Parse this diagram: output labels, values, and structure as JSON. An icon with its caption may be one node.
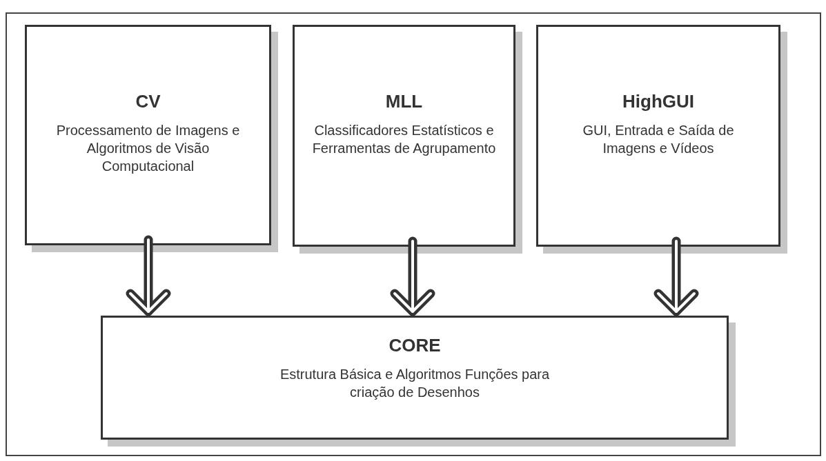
{
  "diagram": {
    "nodes": [
      {
        "text": [
          "CV",
          "Processamento de Imagens e Algoritmos de Visão Computacional"
        ]
      },
      {
        "text": [
          "MLL",
          "Classificadores Estatísticos e Ferramentas de Agrupamento"
        ]
      },
      {
        "text": [
          "HighGUI",
          "GUI, Entrada e Saída de Imagens e Vídeos"
        ]
      },
      {
        "text": [
          "CORE",
          "Estrutura Básica e Algoritmos Funções para criação de Desenhos"
        ]
      }
    ],
    "edges": [
      {
        "from": 0,
        "to": 3,
        "arrow": "to"
      },
      {
        "from": 1,
        "to": 3,
        "arrow": "to"
      },
      {
        "from": 2,
        "to": 3,
        "arrow": "to"
      }
    ]
  }
}
